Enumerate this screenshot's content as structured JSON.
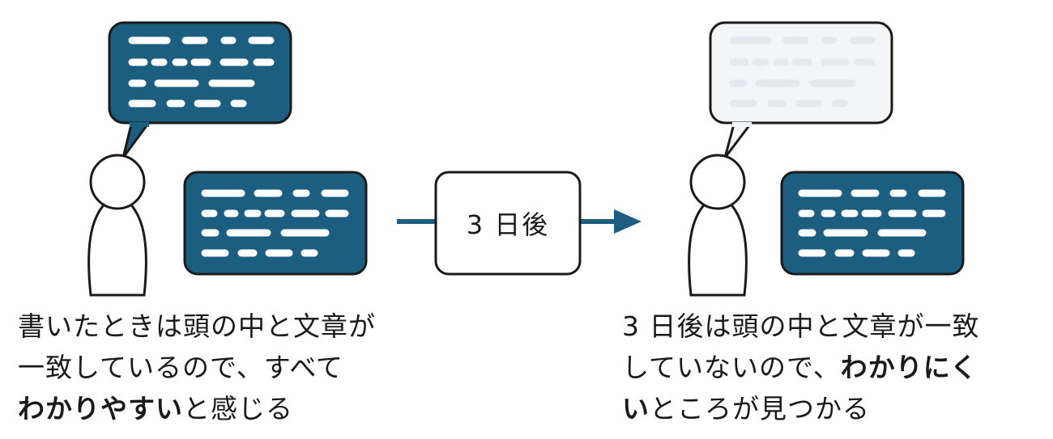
{
  "colors": {
    "primary": "#1b5e80",
    "outline": "#1a1a1a",
    "faded_bubble": "#f3f6f9",
    "faded_lines": "#e6ecf1",
    "background": "#ffffff"
  },
  "middle": {
    "label": "3 日後"
  },
  "left": {
    "caption": {
      "line1": "書いたときは頭の中と文章が",
      "line2": "一致しているので、すべて",
      "line3_bold": "わかりやすい",
      "line3_rest": "と感じる"
    }
  },
  "right": {
    "caption": {
      "line1": "3 日後は頭の中と文章が一致",
      "line2_normal": "していないので、",
      "line2_bold": "わかりにく",
      "line3_bold": "い",
      "line3_rest": "ところが見つかる"
    }
  },
  "icons": [
    "person-icon",
    "speech-bubble-icon",
    "document-icon",
    "arrow-right-icon"
  ]
}
